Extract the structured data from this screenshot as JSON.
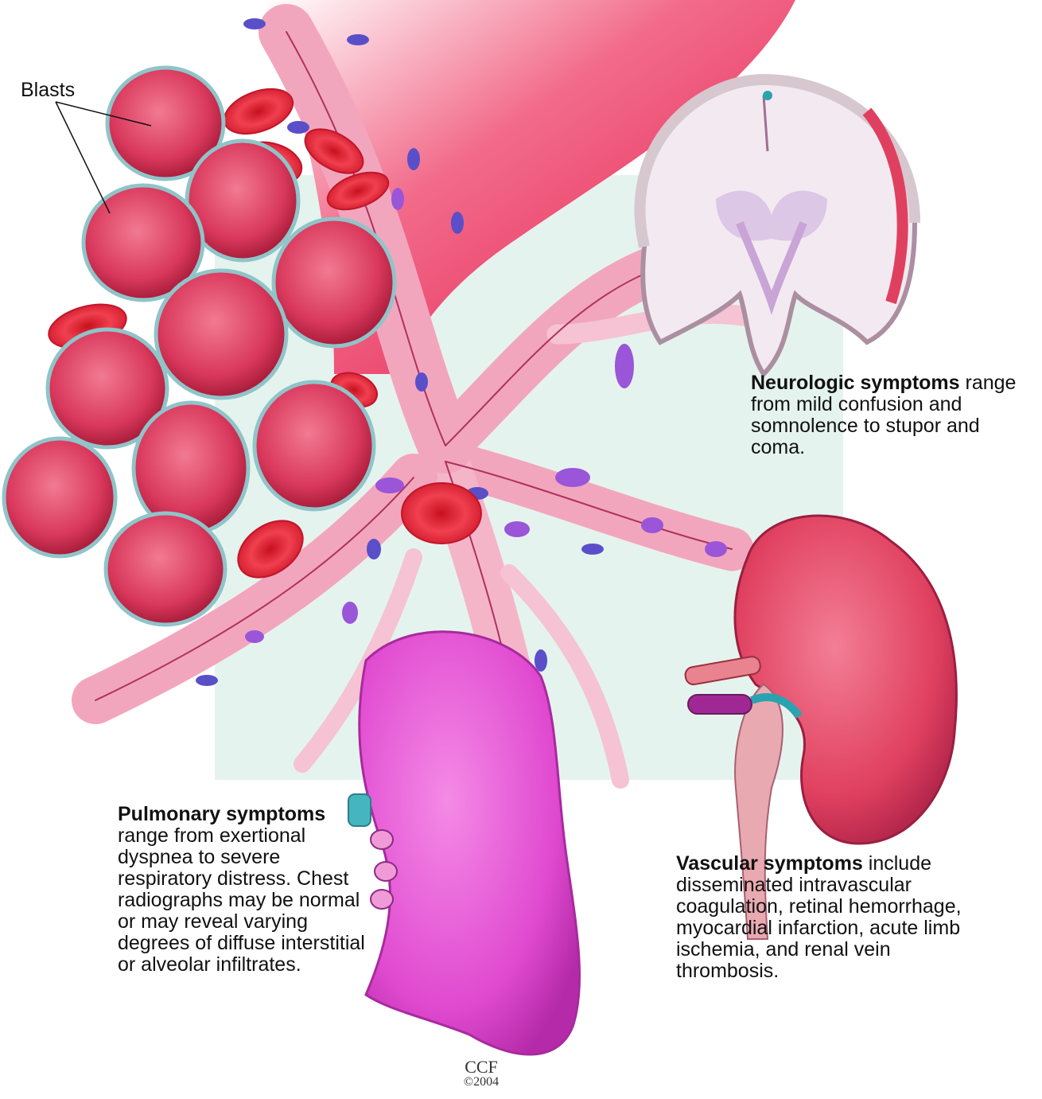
{
  "labels": {
    "blasts": "Blasts",
    "neuro": {
      "heading": "Neurologic symptoms",
      "text": " range from mild confusion and somnolence to stupor and coma."
    },
    "pulm": {
      "heading": "Pulmonary symptoms",
      "text": " range from exertional dyspnea to severe respiratory distress. Chest radiographs may be normal or may reveal varying degrees of diffuse interstitial or alveolar infiltrates."
    },
    "vasc": {
      "heading": "Vascular symptoms",
      "text": " include disseminated intravascular coagulation, retinal hemorrhage, myocardial infarction, acute limb ischemia, and renal vein thrombosis."
    }
  },
  "credit": {
    "name": "CCF",
    "year": "©2004"
  },
  "colors": {
    "blast": "#d93a5e",
    "rbc": "#e8283a",
    "vessel": "#f2a6bd",
    "nucleus": "#5a4fc8",
    "lung": "#e04ad0",
    "kidney": "#e0405f",
    "brain": "#f3eaf1",
    "bg_panel": "#dcefe8"
  }
}
